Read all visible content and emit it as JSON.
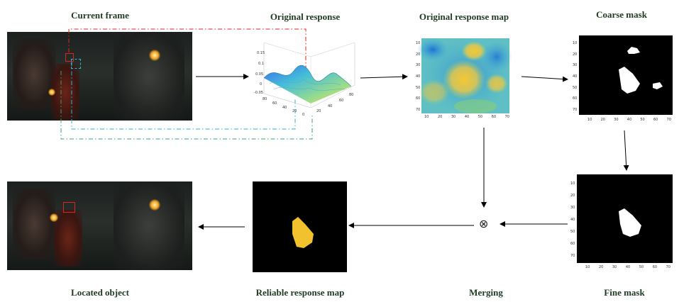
{
  "labels": {
    "current_frame": "Current frame",
    "original_response": "Original response",
    "original_response_map": "Original response map",
    "coarse_mask": "Coarse mask",
    "fine_mask": "Fine mask",
    "merging": "Merging",
    "reliable_response_map": "Reliable response map",
    "located_object": "Located object"
  },
  "merge_symbol": "⊗",
  "surface_axis": {
    "z_ticks": [
      "0.15",
      "0.1",
      "0.05",
      "0",
      "-0.05"
    ],
    "x_ticks": [
      "80",
      "60",
      "40",
      "20",
      "0"
    ],
    "y_ticks": [
      "20",
      "40",
      "60",
      "80"
    ]
  },
  "map_axis": {
    "x_ticks": [
      "10",
      "20",
      "30",
      "40",
      "50",
      "60",
      "70"
    ],
    "y_ticks": [
      "10",
      "20",
      "30",
      "40",
      "50",
      "60",
      "70"
    ]
  },
  "colors": {
    "arrow": "#000000",
    "red_box": "#e0241b",
    "cyan_box": "#2ab7d6",
    "green_dash": "#3aa36a",
    "mask_fg": "#ffffff",
    "reliable_fg": "#f2c12e"
  }
}
